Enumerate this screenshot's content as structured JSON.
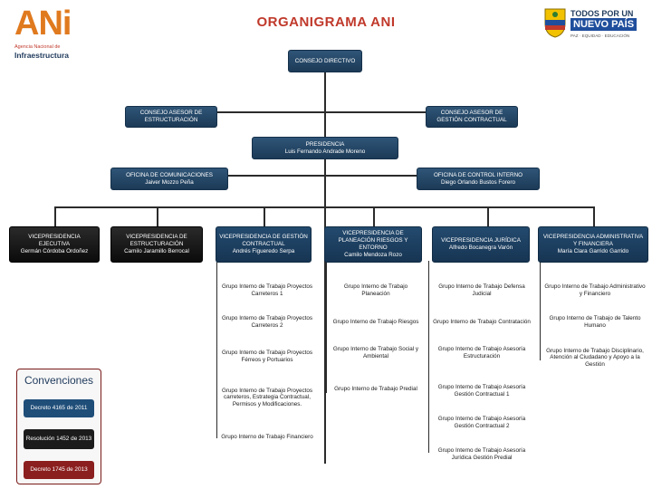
{
  "header": {
    "title": "ORGANIGRAMA ANI",
    "logo_left": {
      "mark": "ANi",
      "line1": "Agencia Nacional de",
      "line2": "Infraestructura"
    },
    "logo_right": {
      "line1": "TODOS POR UN",
      "line2": "NUEVO PAÍS",
      "line3": "PAZ · EQUIDAD · EDUCACIÓN"
    }
  },
  "top": {
    "consejo_directivo": "CONSEJO DIRECTIVO",
    "asesor_estructuracion": "CONSEJO ASESOR DE ESTRUCTURACIÓN",
    "asesor_gestion": "CONSEJO ASESOR DE GESTIÓN CONTRACTUAL",
    "presidencia": "PRESIDENCIA",
    "presidente": "Luis Fernando Andrade Moreno",
    "oficina_com": "OFICINA DE COMUNICACIONES",
    "oficina_com_jefe": "Jaiver Mozzo Peña",
    "oficina_ctrl": "OFICINA DE CONTROL INTERNO",
    "oficina_ctrl_jefe": "Diego Orlando Bustos Forero"
  },
  "vps": [
    {
      "title": "VICEPRESIDENCIA EJECUTIVA",
      "name": "Germán Córdoba Ordoñez"
    },
    {
      "title": "VICEPRESIDENCIA DE ESTRUCTURACIÓN",
      "name": "Camilo Jaramillo Berrocal"
    },
    {
      "title": "VICEPRESIDENCIA DE GESTIÓN CONTRACTUAL",
      "name": "Andrés Figueredo Serpa"
    },
    {
      "title": "VICEPRESIDENCIA DE PLANEACIÓN RIESGOS Y ENTORNO",
      "name": "Camilo Mendoza Rozo"
    },
    {
      "title": "VICEPRESIDENCIA JURÍDICA",
      "name": "Alfredo Bocanegra Varón"
    },
    {
      "title": "VICEPRESIDENCIA ADMINISTRATIVA Y FINANCIERA",
      "name": "María Clara Garrido Garrido"
    }
  ],
  "groups": {
    "gestion": [
      "Grupo Interno de Trabajo Proyectos Carreteros 1",
      "Grupo Interno de Trabajo Proyectos Carreteros 2",
      "Grupo Interno de Trabajo Proyectos Férreos y Portuarios",
      "Grupo Interno de Trabajo Proyectos carreteros, Estrategia Contractual, Permisos y Modificaciones.",
      "Grupo Interno de Trabajo Financiero"
    ],
    "planeacion": [
      "Grupo Interno de Trabajo Planeación",
      "Grupo Interno de Trabajo Riesgos",
      "Grupo Interno de Trabajo Social y Ambiental",
      "Grupo Interno de Trabajo Predial"
    ],
    "juridica": [
      "Grupo Interno de Trabajo Defensa Judicial",
      "Grupo Interno de Trabajo Contratación",
      "Grupo Interno de Trabajo Asesoría Estructuración",
      "Grupo Interno de Trabajo Asesoría Gestión Contractual 1",
      "Grupo Interno de Trabajo Asesoría Gestión Contractual 2",
      "Grupo Interno de Trabajo Asesoría Jurídica Gestión Predial"
    ],
    "administrativa": [
      "Grupo Interno de Trabajo Administrativo y Financiero",
      "Grupo Interno de Trabajo de Talento Humano",
      "Grupo Interno de Trabajo Disciplinario, Atención al Ciudadano y Apoyo a la Gestión"
    ]
  },
  "legend": {
    "title": "Convenciones",
    "items": [
      "Decreto 4165 de 2011",
      "Resolución 1452 de 2013",
      "Decreto 1745 de 2013"
    ],
    "colors": [
      "#1f4e79",
      "#1b1b1b",
      "#8b1e1e"
    ]
  }
}
